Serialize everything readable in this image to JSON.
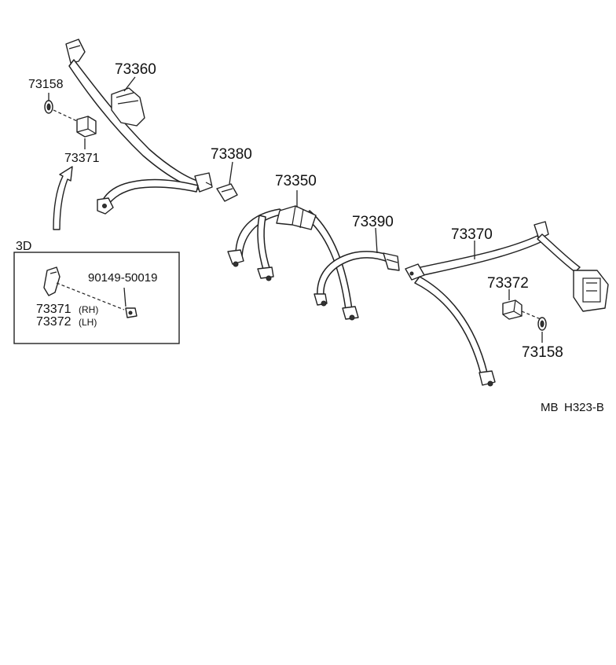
{
  "callouts": {
    "p73360": "73360",
    "p73158_left": "73158",
    "p73371": "73371",
    "p73380": "73380",
    "p73350": "73350",
    "p73390": "73390",
    "p73370": "73370",
    "p73372": "73372",
    "p73158_right": "73158"
  },
  "inset": {
    "title": "3D",
    "bolt": "90149-50019",
    "part_rh": "73371",
    "rh": "(RH)",
    "part_lh": "73372",
    "lh": "(LH)"
  },
  "reference": {
    "model": "MB",
    "code": "H323-B"
  }
}
